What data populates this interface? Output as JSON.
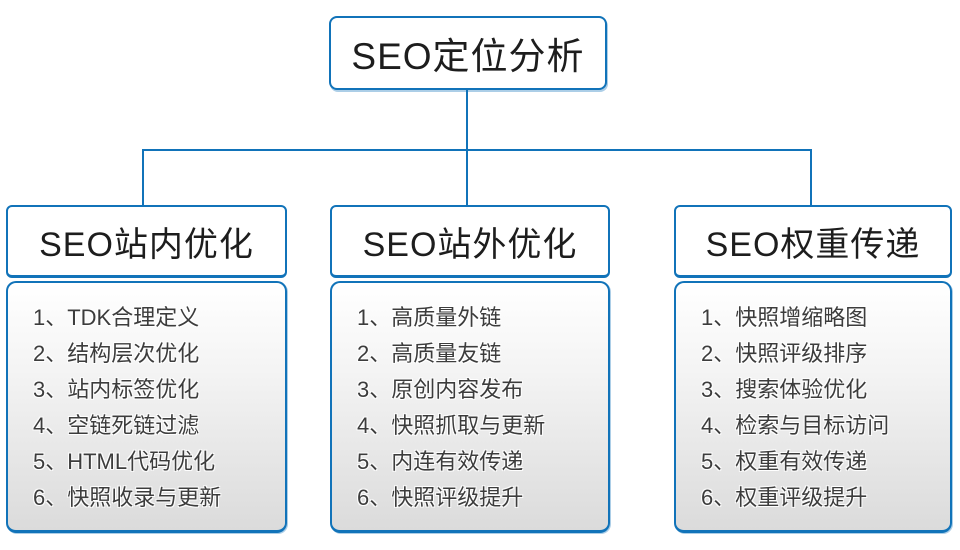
{
  "diagram": {
    "accent_color": "#1173b9",
    "body_gradient_bottom": "#dbdbdb",
    "root": {
      "title": "SEO定位分析"
    },
    "columns": [
      {
        "title": "SEO站内优化",
        "items": [
          "1、TDK合理定义",
          "2、结构层次优化",
          "3、站内标签优化",
          "4、空链死链过滤",
          "5、HTML代码优化",
          "6、快照收录与更新"
        ]
      },
      {
        "title": "SEO站外优化",
        "items": [
          "1、高质量外链",
          "2、高质量友链",
          "3、原创内容发布",
          "4、快照抓取与更新",
          "5、内连有效传递",
          "6、快照评级提升"
        ]
      },
      {
        "title": "SEO权重传递",
        "items": [
          "1、快照增缩略图",
          "2、快照评级排序",
          "3、搜索体验优化",
          "4、检索与目标访问",
          "5、权重有效传递",
          "6、权重评级提升"
        ]
      }
    ]
  }
}
